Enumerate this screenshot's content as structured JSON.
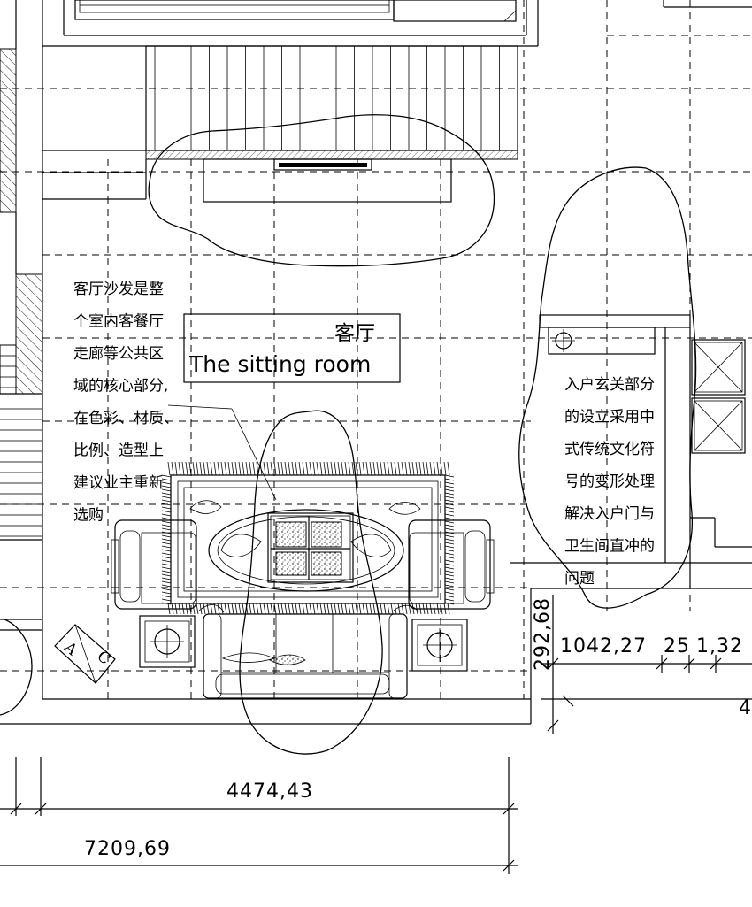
{
  "room_label": {
    "cn": "客厅",
    "en": "The sitting room"
  },
  "notes": {
    "sofa": [
      "客厅沙发是整",
      "个室内客餐厅",
      "走廊等公共区",
      "域的核心部分,",
      "在色彩、材质、",
      "比例、造型上",
      "建议业主重新",
      "选购"
    ],
    "entrance": [
      "入户玄关部分",
      "的设立采用中",
      "式传统文化符",
      "号的变形处理",
      "解决入户门与",
      "卫生间直冲的",
      "问题"
    ]
  },
  "dimensions": {
    "bottom_inner": "4474,43",
    "bottom_outer": "7209,69",
    "right_vertical": "292,68",
    "right_a": "1042,27",
    "right_b": "25",
    "right_c": "1,32",
    "right_edge": "4"
  },
  "marks": {
    "tag_a": "A",
    "tag_c": "C"
  }
}
